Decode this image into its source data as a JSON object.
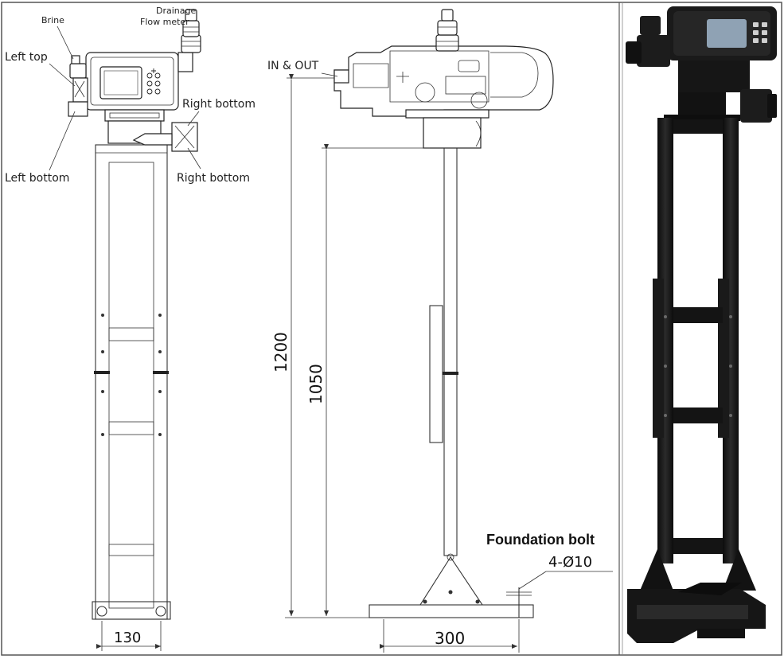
{
  "front_view": {
    "labels": {
      "brine": "Brine",
      "drainage": "Drainage",
      "flow_meter": "Flow meter",
      "left_top": "Left top",
      "left_bottom": "Left bottom",
      "right_bottom_upper": "Right bottom",
      "right_bottom_lower": "Right bottom"
    },
    "dimensions": {
      "width": "130"
    }
  },
  "side_view": {
    "labels": {
      "in_out": "IN & OUT"
    },
    "dimensions": {
      "total_height": "1200",
      "column_height": "1050",
      "base_width": "300"
    },
    "foundation_bolt": {
      "title": "Foundation bolt",
      "spec": "4-Ø10"
    }
  },
  "colors": {
    "line": "#333333",
    "photo_background": "#ffffff",
    "stand_black": "#151515"
  }
}
